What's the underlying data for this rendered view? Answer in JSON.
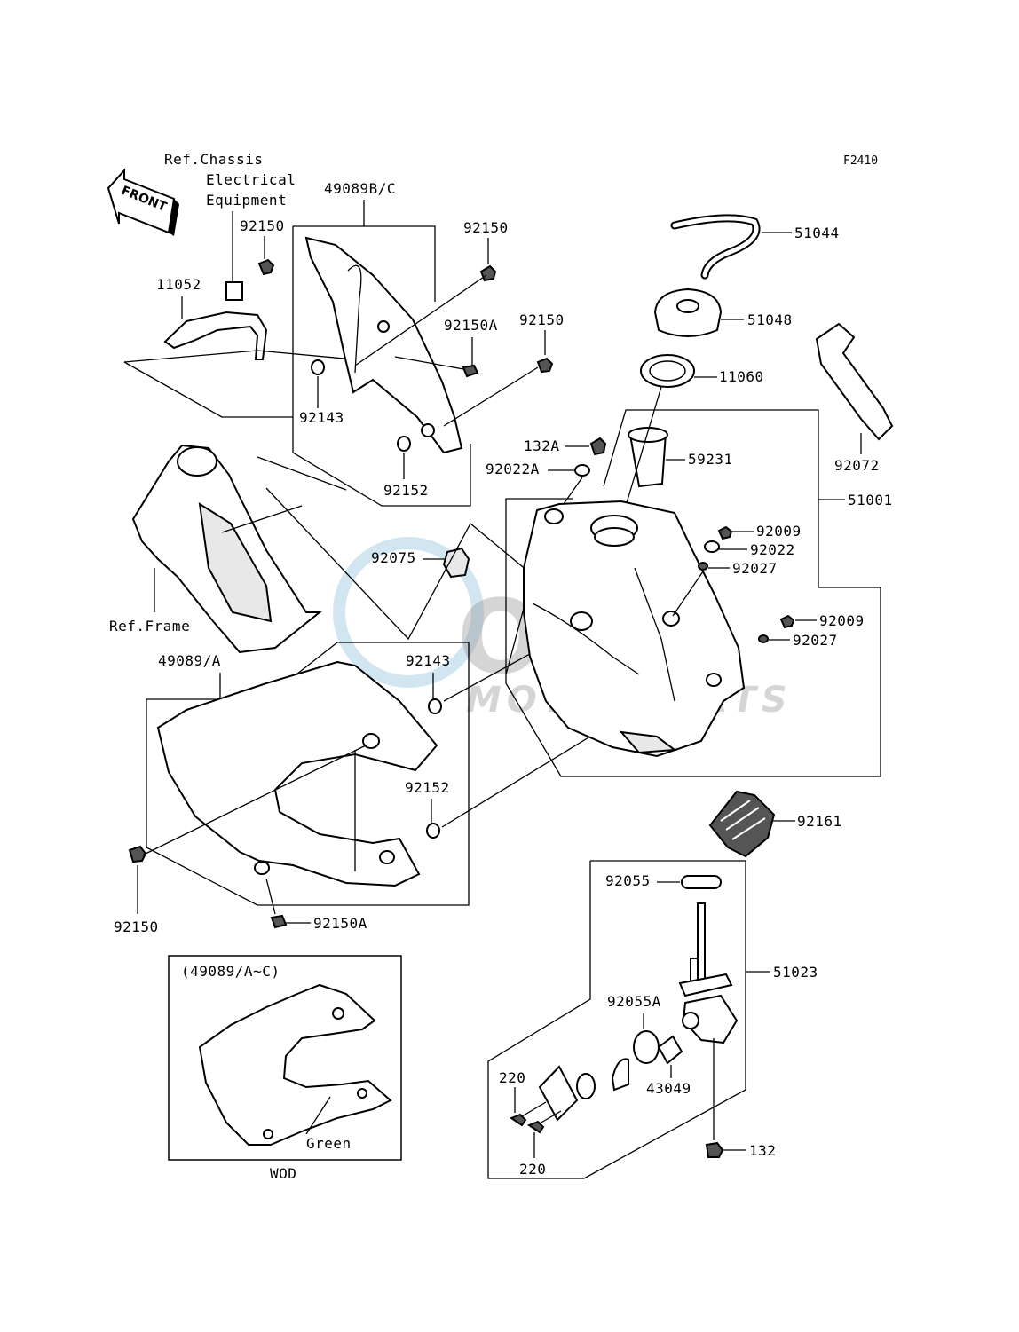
{
  "figure_code": "F2410",
  "front_label": "FRONT",
  "refs": {
    "chassis_line1": "Ref.Chassis",
    "chassis_line2": "Electrical",
    "chassis_line3": "Equipment",
    "frame": "Ref.Frame"
  },
  "parts": {
    "p49089bc": "49089B/C",
    "p92150_a": "92150",
    "p92150_b": "92150",
    "p92150_c": "92150",
    "p92150_d": "92150",
    "p92150a_top": "92150A",
    "p92150a_bottom": "92150A",
    "p11052": "11052",
    "p92143_top": "92143",
    "p92143_mid": "92143",
    "p92152_top": "92152",
    "p92152_mid": "92152",
    "p51044": "51044",
    "p51048": "51048",
    "p11060": "11060",
    "p132a": "132A",
    "p92022a": "92022A",
    "p59231": "59231",
    "p51001": "51001",
    "p92072": "92072",
    "p92009_a": "92009",
    "p92009_b": "92009",
    "p92022": "92022",
    "p92027_a": "92027",
    "p92027_b": "92027",
    "p92075": "92075",
    "p49089a": "49089/A",
    "p92161": "92161",
    "p92055": "92055",
    "p51023": "51023",
    "p92055a": "92055A",
    "p43049": "43049",
    "p220_a": "220",
    "p220_b": "220",
    "p132": "132"
  },
  "inset": {
    "title": "(49089/A~C)",
    "color_note": "Green",
    "caption": "WOD"
  },
  "watermark": {
    "brand": "OEM",
    "sub": "MOTORPARTS",
    "color": "#7fb6d9"
  }
}
